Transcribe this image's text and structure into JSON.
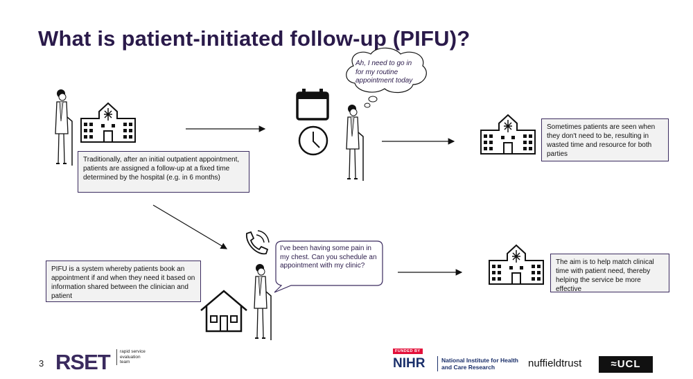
{
  "slide": {
    "title": "What is patient-initiated follow-up (PIFU)?",
    "number": "3"
  },
  "boxes": {
    "traditional": "Traditionally, after an initial outpatient appointment, patients are assigned a follow-up at a fixed time determined by the hospital (e.g. in 6 months)",
    "wasted": "Sometimes patients are seen when they don't need to be, resulting in wasted time and resource for both parties",
    "pifu": "PIFU is a system whereby patients book an appointment if and when they need it based on information shared between the clinician and patient",
    "aim": "The aim is to help match clinical time with patient need, thereby helping the service be more effective"
  },
  "bubbles": {
    "thought": "Ah, I need to go in for my routine appointment today",
    "speech": "I've been having some pain in my chest. Can you schedule an appointment with my clinic?"
  },
  "logos": {
    "rset": "RSET",
    "rset_subtitle": "rapid service evaluation team",
    "funded_by": "FUNDED BY",
    "nihr": "NIHR",
    "nihr_text": "National Institute for Health and Care Research",
    "nuffield": "nuffieldtrust",
    "ucl": "≈UCL"
  },
  "colors": {
    "title": "#2a1a4a",
    "box_border": "#3a2a5e",
    "box_fill": "#f2f2f2",
    "nihr_red": "#e3103a",
    "nihr_blue": "#1a2f6a"
  },
  "icons": [
    "patient-icon",
    "hospital-icon",
    "calendar-icon",
    "clock-icon",
    "phone-icon",
    "house-icon",
    "arrow-icon",
    "thought-bubble",
    "speech-bubble"
  ]
}
